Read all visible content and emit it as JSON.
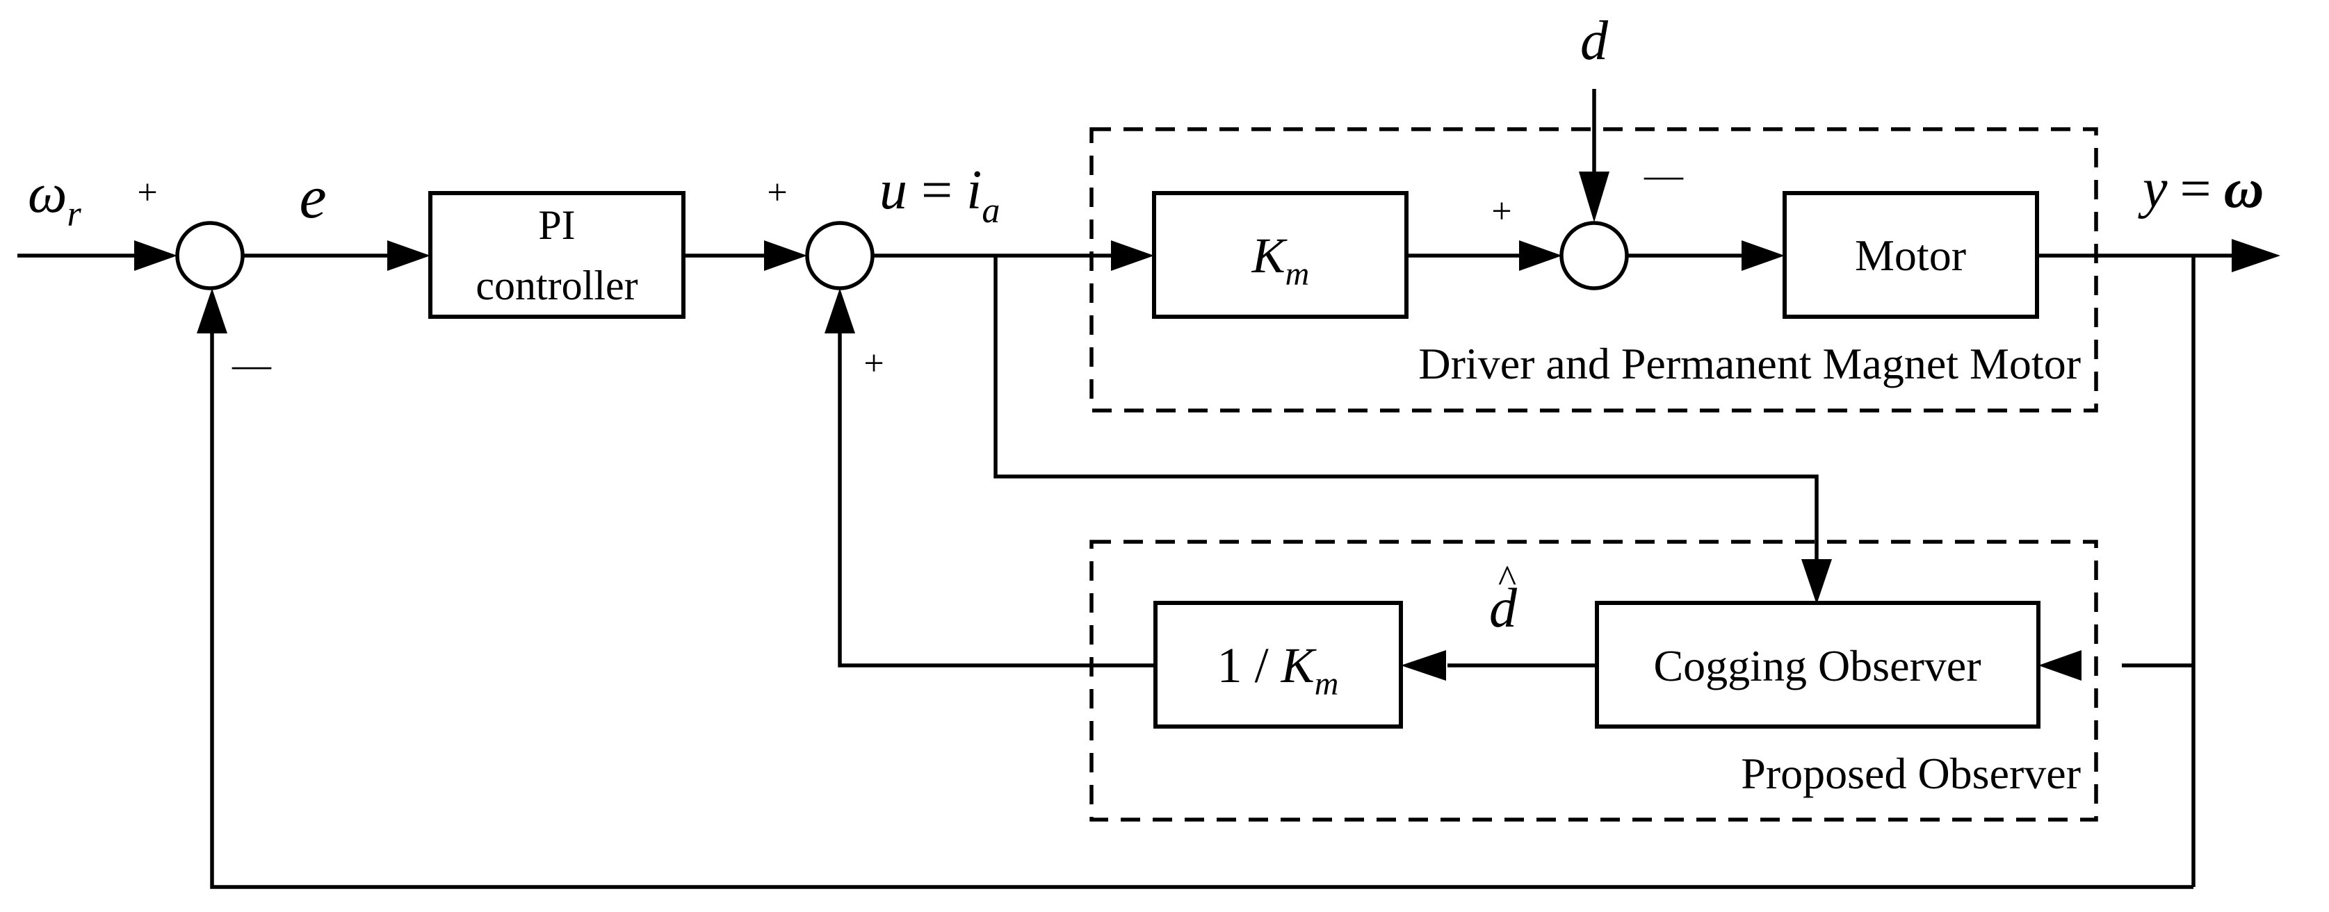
{
  "signals": {
    "reference": {
      "base": "ω",
      "sub": "r"
    },
    "error": "e",
    "control": {
      "lhs": "u",
      "eq": "=",
      "base": "i",
      "sub": "a"
    },
    "disturbance": "d",
    "output": {
      "lhs": "y",
      "eq": "=",
      "rhs": "ω"
    },
    "estimate": {
      "base": "d",
      "hat": "^"
    }
  },
  "blocks": {
    "pi_line1": "PI",
    "pi_line2": "controller",
    "km": {
      "base": "K",
      "sub": "m"
    },
    "motor": "Motor",
    "inv_km": {
      "prefix": "1 /",
      "base": "K",
      "sub": "m"
    },
    "cogging_observer": "Cogging Observer"
  },
  "groups": {
    "driver_motor": "Driver and Permanent Magnet Motor",
    "observer": "Proposed Observer"
  },
  "signs": {
    "sum1_plus": "+",
    "sum1_minus": "—",
    "sum2_plus_top": "+",
    "sum2_plus_bottom": "+",
    "sum3_plus": "+",
    "sum3_minus": "—"
  }
}
